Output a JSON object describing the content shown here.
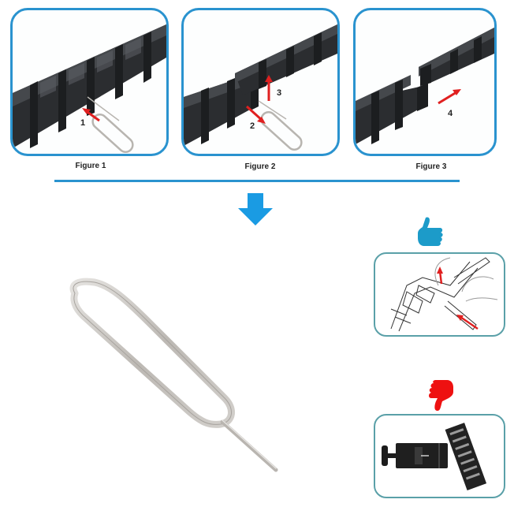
{
  "figures": [
    {
      "caption": "Figure 1",
      "steps": [
        "1"
      ]
    },
    {
      "caption": "Figure 2",
      "steps": [
        "2",
        "3"
      ]
    },
    {
      "caption": "Figure 3",
      "steps": [
        "4"
      ]
    }
  ],
  "colors": {
    "frame_border": "#2a93cf",
    "arrow_blue": "#1a9be3",
    "step_arrow_red": "#e02020",
    "thumb_up": "#1c9bc9",
    "thumb_down": "#ee1111",
    "sub_frame_border": "#5aa0a8",
    "band_metal": "#2b2d30",
    "pin_metal": "#c9c6c2"
  },
  "icons": {
    "separator_arrow": "down-arrow-icon",
    "recommended": "thumbs-up-icon",
    "not_recommended": "thumbs-down-icon"
  },
  "main_tool": "sim-ejector-pin",
  "recommended_method": "pin-push-by-hand-line-drawing",
  "not_recommended_method": "pin-remover-tool-with-band"
}
